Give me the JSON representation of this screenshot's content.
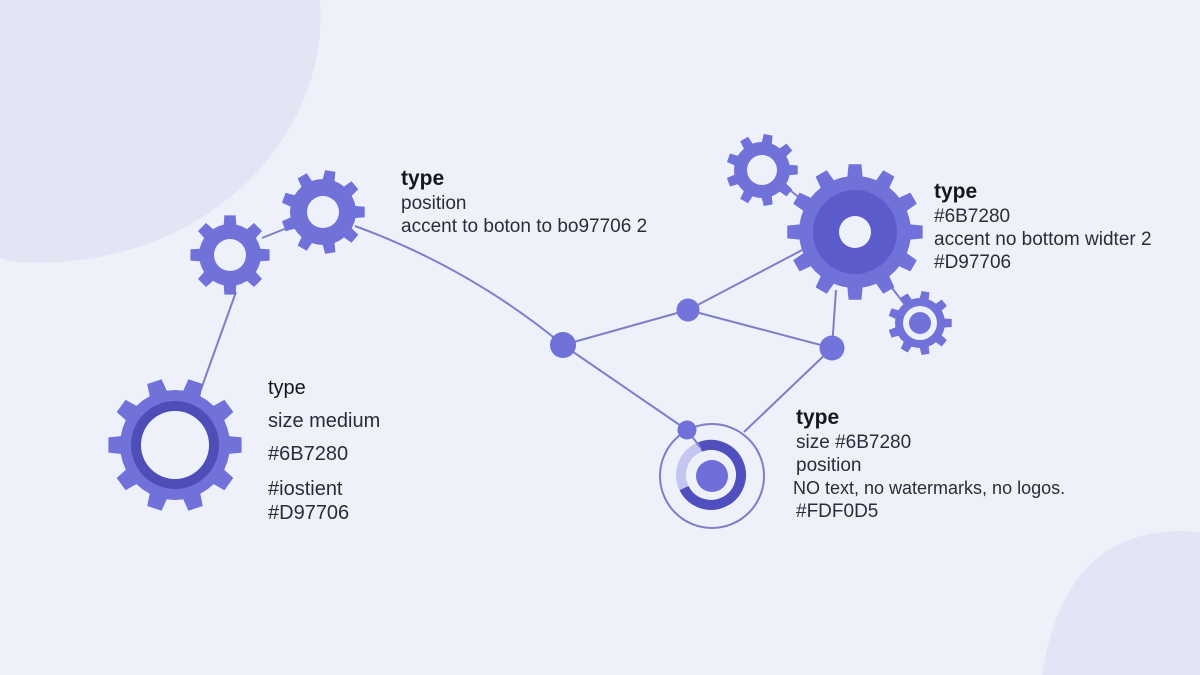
{
  "colors": {
    "gear": "#7071d9",
    "gear_dark": "#5657c4",
    "line": "#7d7ec9",
    "background": "#eff1fa"
  },
  "labels": [
    {
      "title": "type",
      "lines": [
        "position",
        "accent to boton to bo97706 2"
      ]
    },
    {
      "title": "type",
      "lines": [
        "#6B7280",
        "accent no bottom widter 2",
        "#D97706"
      ]
    },
    {
      "title": "type",
      "lines": [
        "size #6B7280",
        "position",
        "NO text, no watermarks, no logos.",
        "#FDF0D5"
      ]
    },
    {
      "title": "type",
      "lines": [
        "size medium",
        "#6B7280",
        "#iostient",
        "#D97706"
      ]
    }
  ]
}
